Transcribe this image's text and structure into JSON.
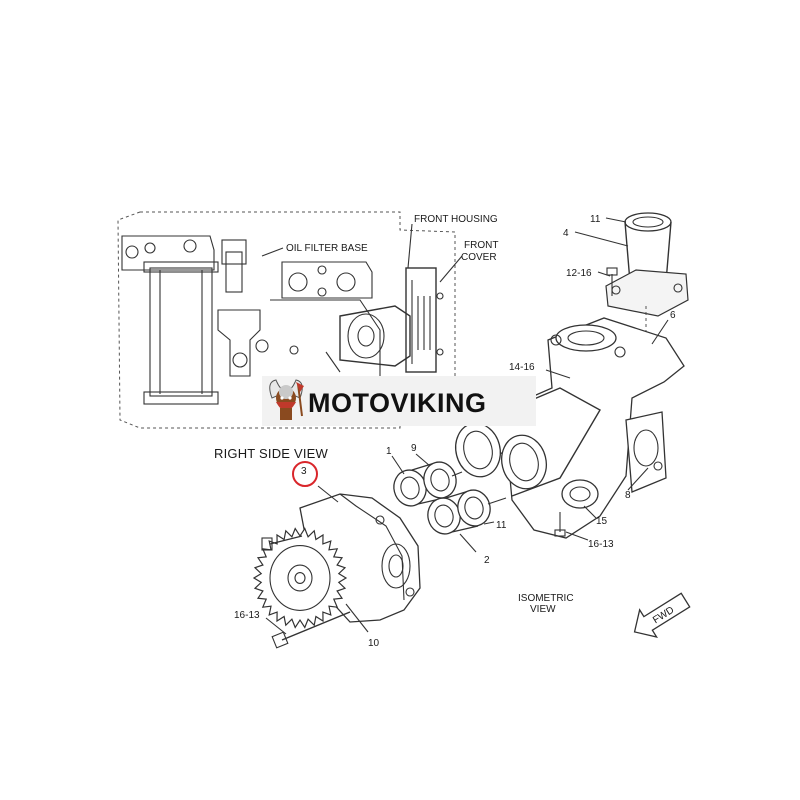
{
  "brand": {
    "name": "MOTOVIKING"
  },
  "views": {
    "right_side": "RIGHT SIDE VIEW",
    "isometric_line1": "ISOMETRIC",
    "isometric_line2": "VIEW"
  },
  "labels": {
    "front_housing": "FRONT HOUSING",
    "front_cover_line1": "FRONT",
    "front_cover_line2": "COVER",
    "oil_filter_base": "OIL FILTER BASE",
    "fwd": "FWD"
  },
  "callouts": {
    "c1": "1",
    "c2": "2",
    "c3": "3",
    "c4": "4",
    "c6": "6",
    "c8": "8",
    "c9": "9",
    "c10": "10",
    "c11_top": "11",
    "c11_mid": "11",
    "c12_16": "12-16",
    "c14_16": "14-16",
    "c15": "15",
    "c16_13_right": "16-13",
    "c16_13_left": "16-13"
  },
  "colors": {
    "line": "#333333",
    "highlight_circle": "#d9262b",
    "badge_bg": "#f2f2f2"
  },
  "icons": {
    "brand_logo": "viking-mascot-icon",
    "direction": "fwd-arrow-icon"
  }
}
